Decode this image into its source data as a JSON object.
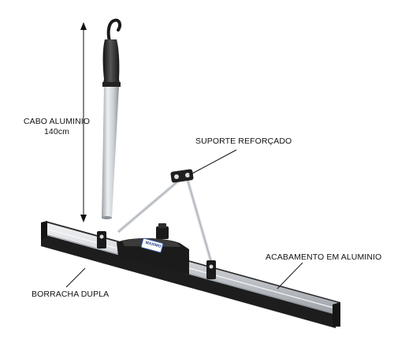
{
  "labels": {
    "cabo_line1": "CABO ALUMINIO",
    "cabo_line2": "140cm",
    "suporte": "SUPORTE REFORÇADO",
    "acabamento": "ACABAMENTO EM ALUMINIO",
    "borracha": "BORRACHA DUPLA"
  },
  "brand_badge": "MAXIMO",
  "colors": {
    "handle_aluminium": "#c9cdd2",
    "grip": "#2b2b2b",
    "rubber": "#1d1d1d",
    "aluminium_frame": "#d6d9dd",
    "badge": "#3a5fb0"
  },
  "icons": [
    "dimension-arrow-icon",
    "leader-line-icon"
  ]
}
